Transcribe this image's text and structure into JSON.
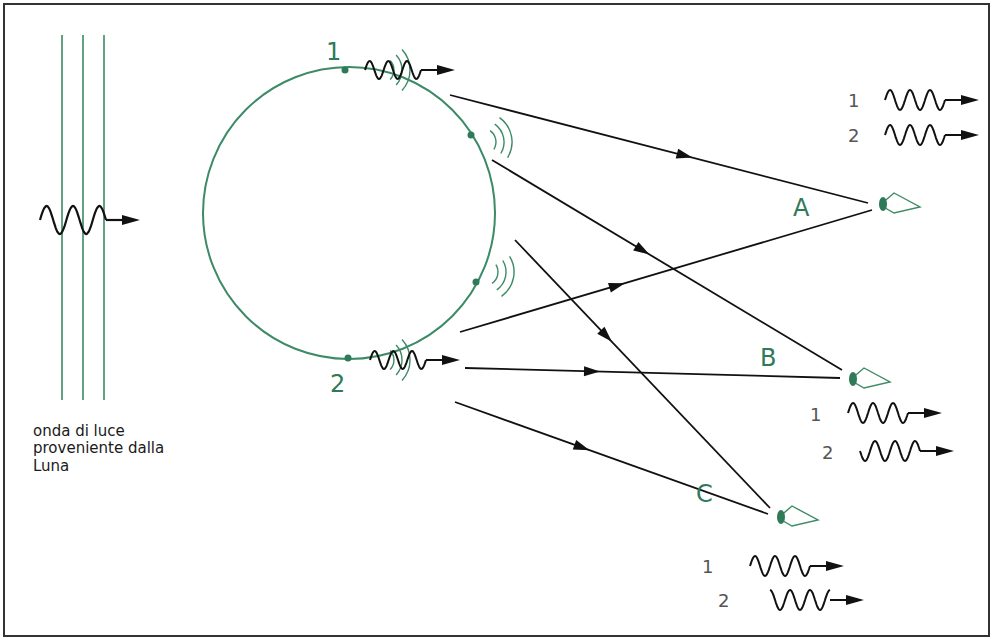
{
  "diagram": {
    "labels": [
      "1",
      "2",
      "onda di luce proveniente dalla Luna",
      "1",
      "2",
      "A",
      "B",
      "1",
      "2",
      "C",
      "1",
      "2"
    ]
  }
}
